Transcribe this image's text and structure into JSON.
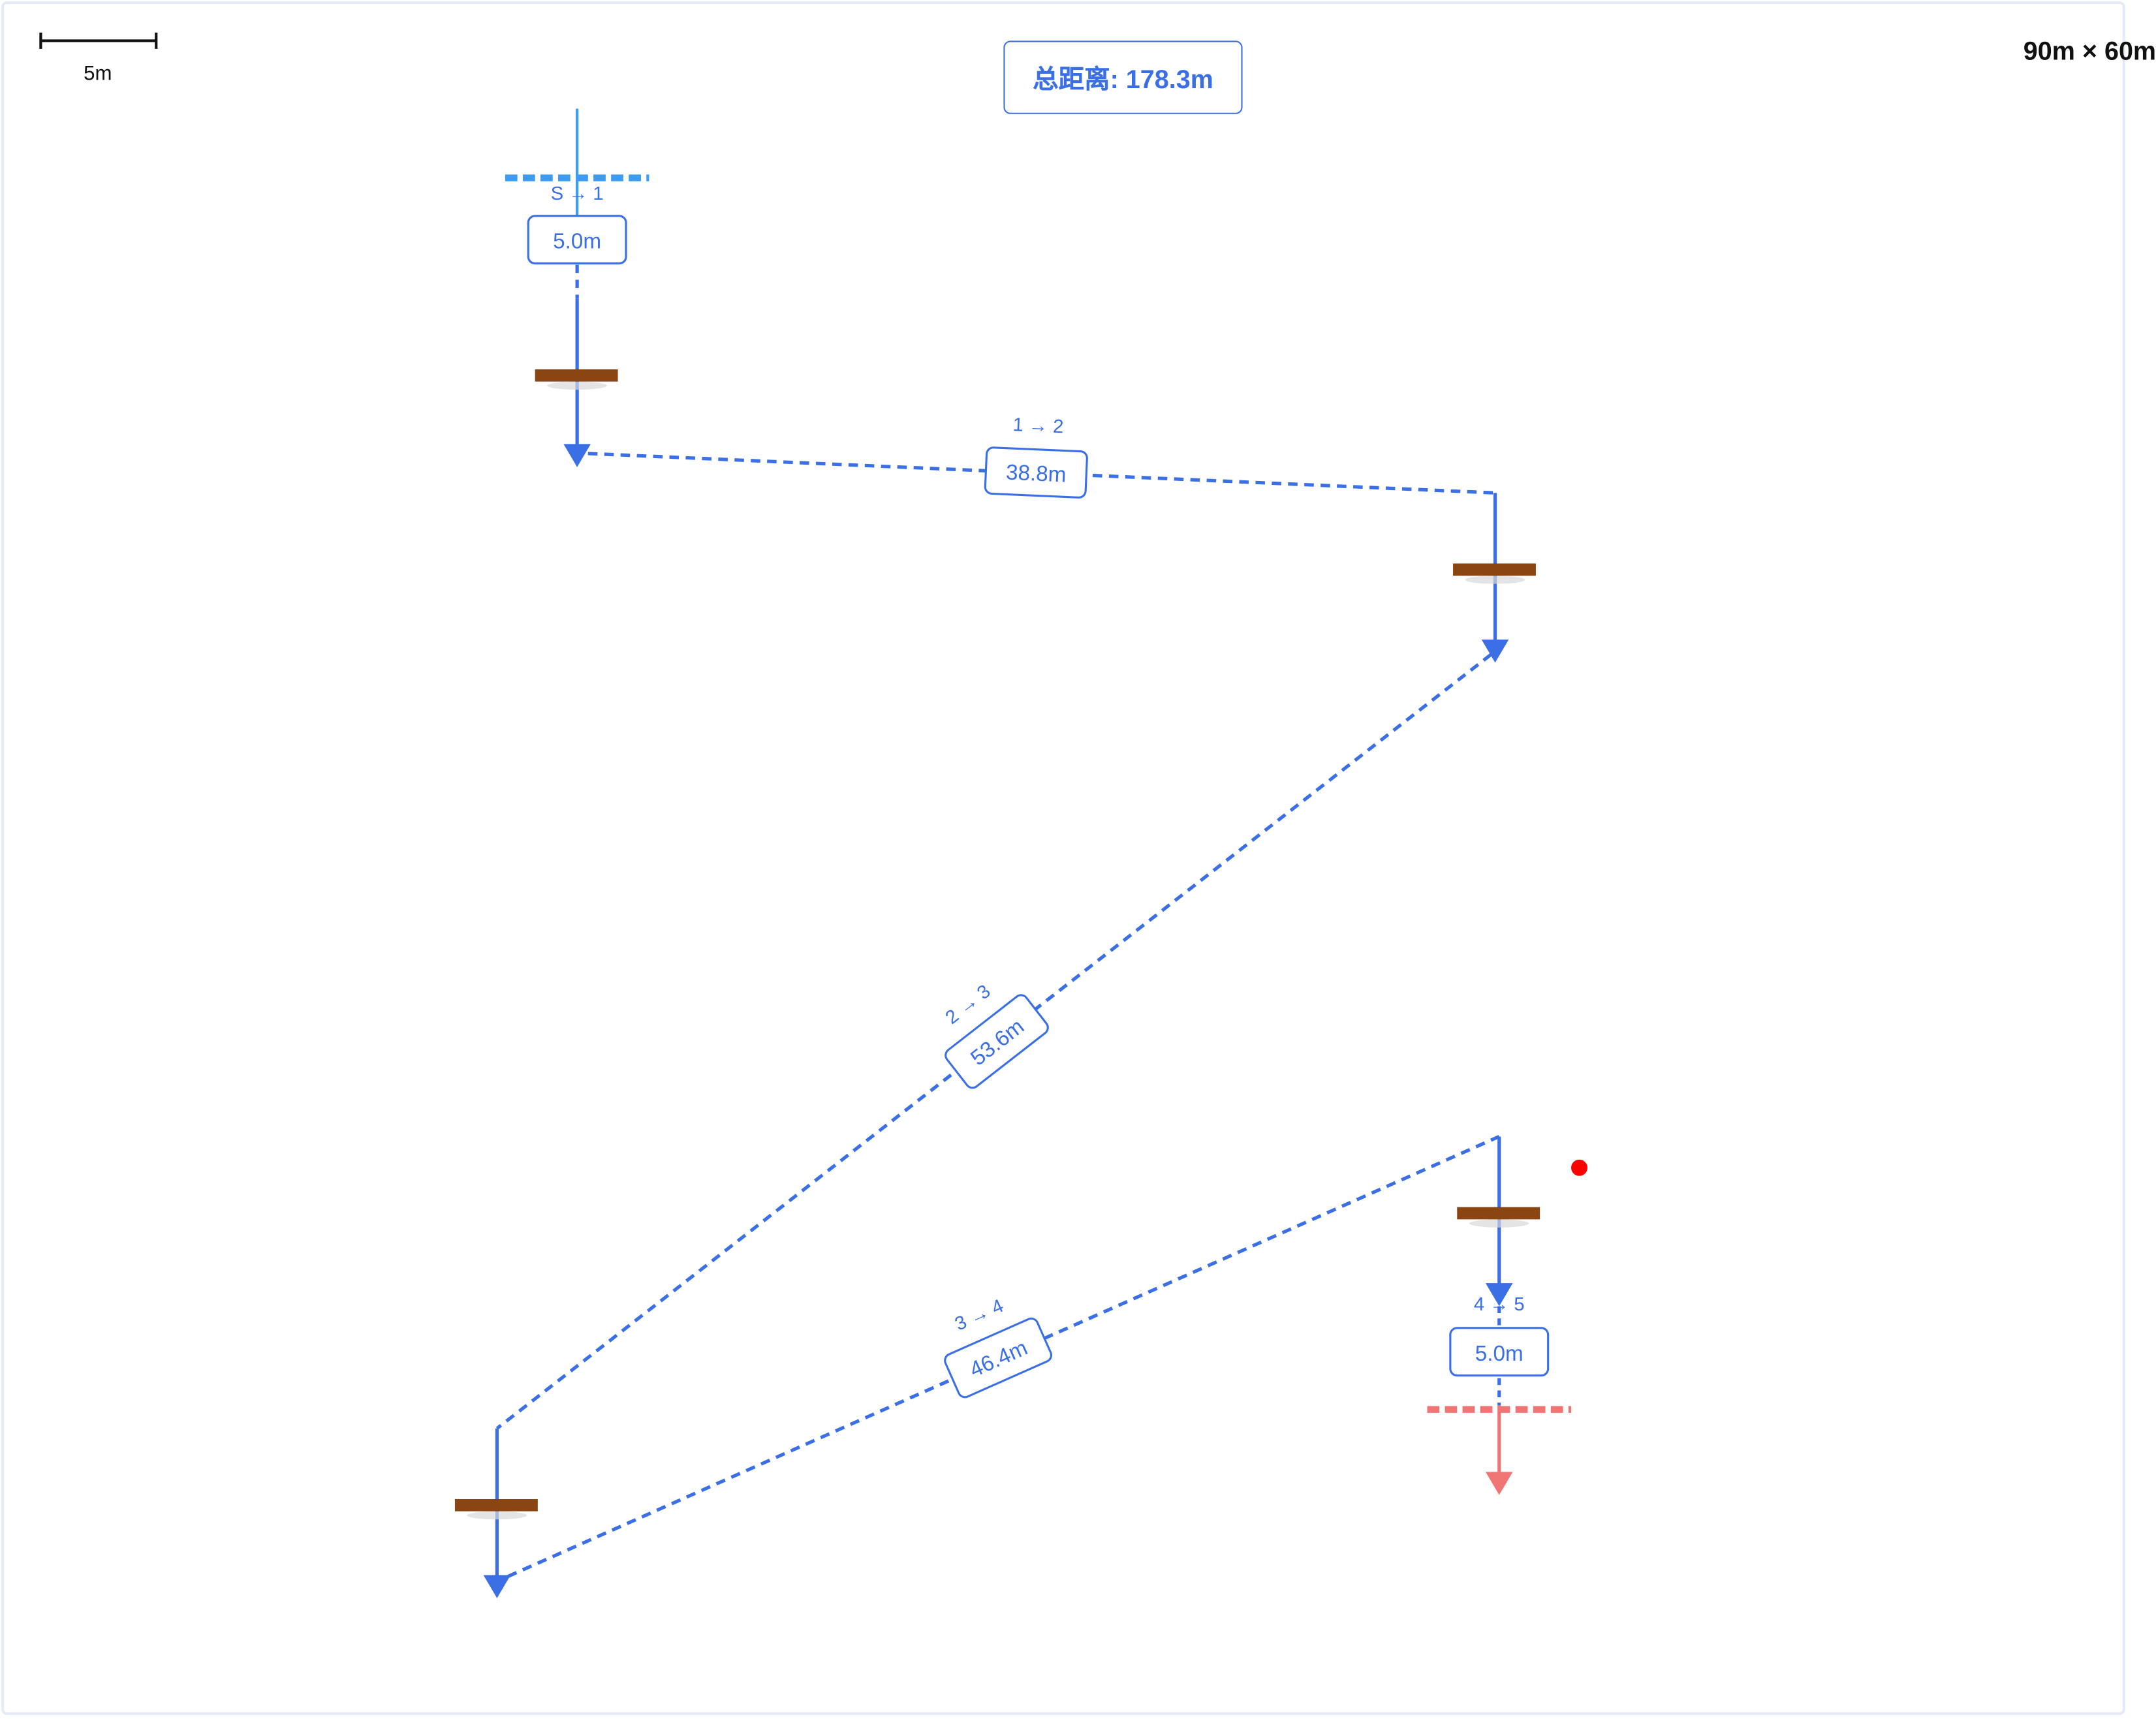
{
  "header": {
    "total_distance": "总距离: 178.3m",
    "field_size": "90m × 60m"
  },
  "scale_bar": {
    "label": "5m"
  },
  "colors": {
    "path": "#3b6fe6",
    "start_line": "#3d9bf0",
    "finish_line": "#f07575",
    "gate": "#8b4513",
    "marker": "#ff0000",
    "label_border": "#3b6fe6"
  },
  "segments": [
    {
      "from": "S",
      "to": "1",
      "tag": "S → 1",
      "distance": "5.0m"
    },
    {
      "from": "1",
      "to": "2",
      "tag": "1 → 2",
      "distance": "38.8m"
    },
    {
      "from": "2",
      "to": "3",
      "tag": "2 → 3",
      "distance": "53.6m"
    },
    {
      "from": "3",
      "to": "4",
      "tag": "3 → 4",
      "distance": "46.4m"
    },
    {
      "from": "4",
      "to": "5",
      "tag": "4 → 5",
      "distance": "5.0m"
    }
  ]
}
